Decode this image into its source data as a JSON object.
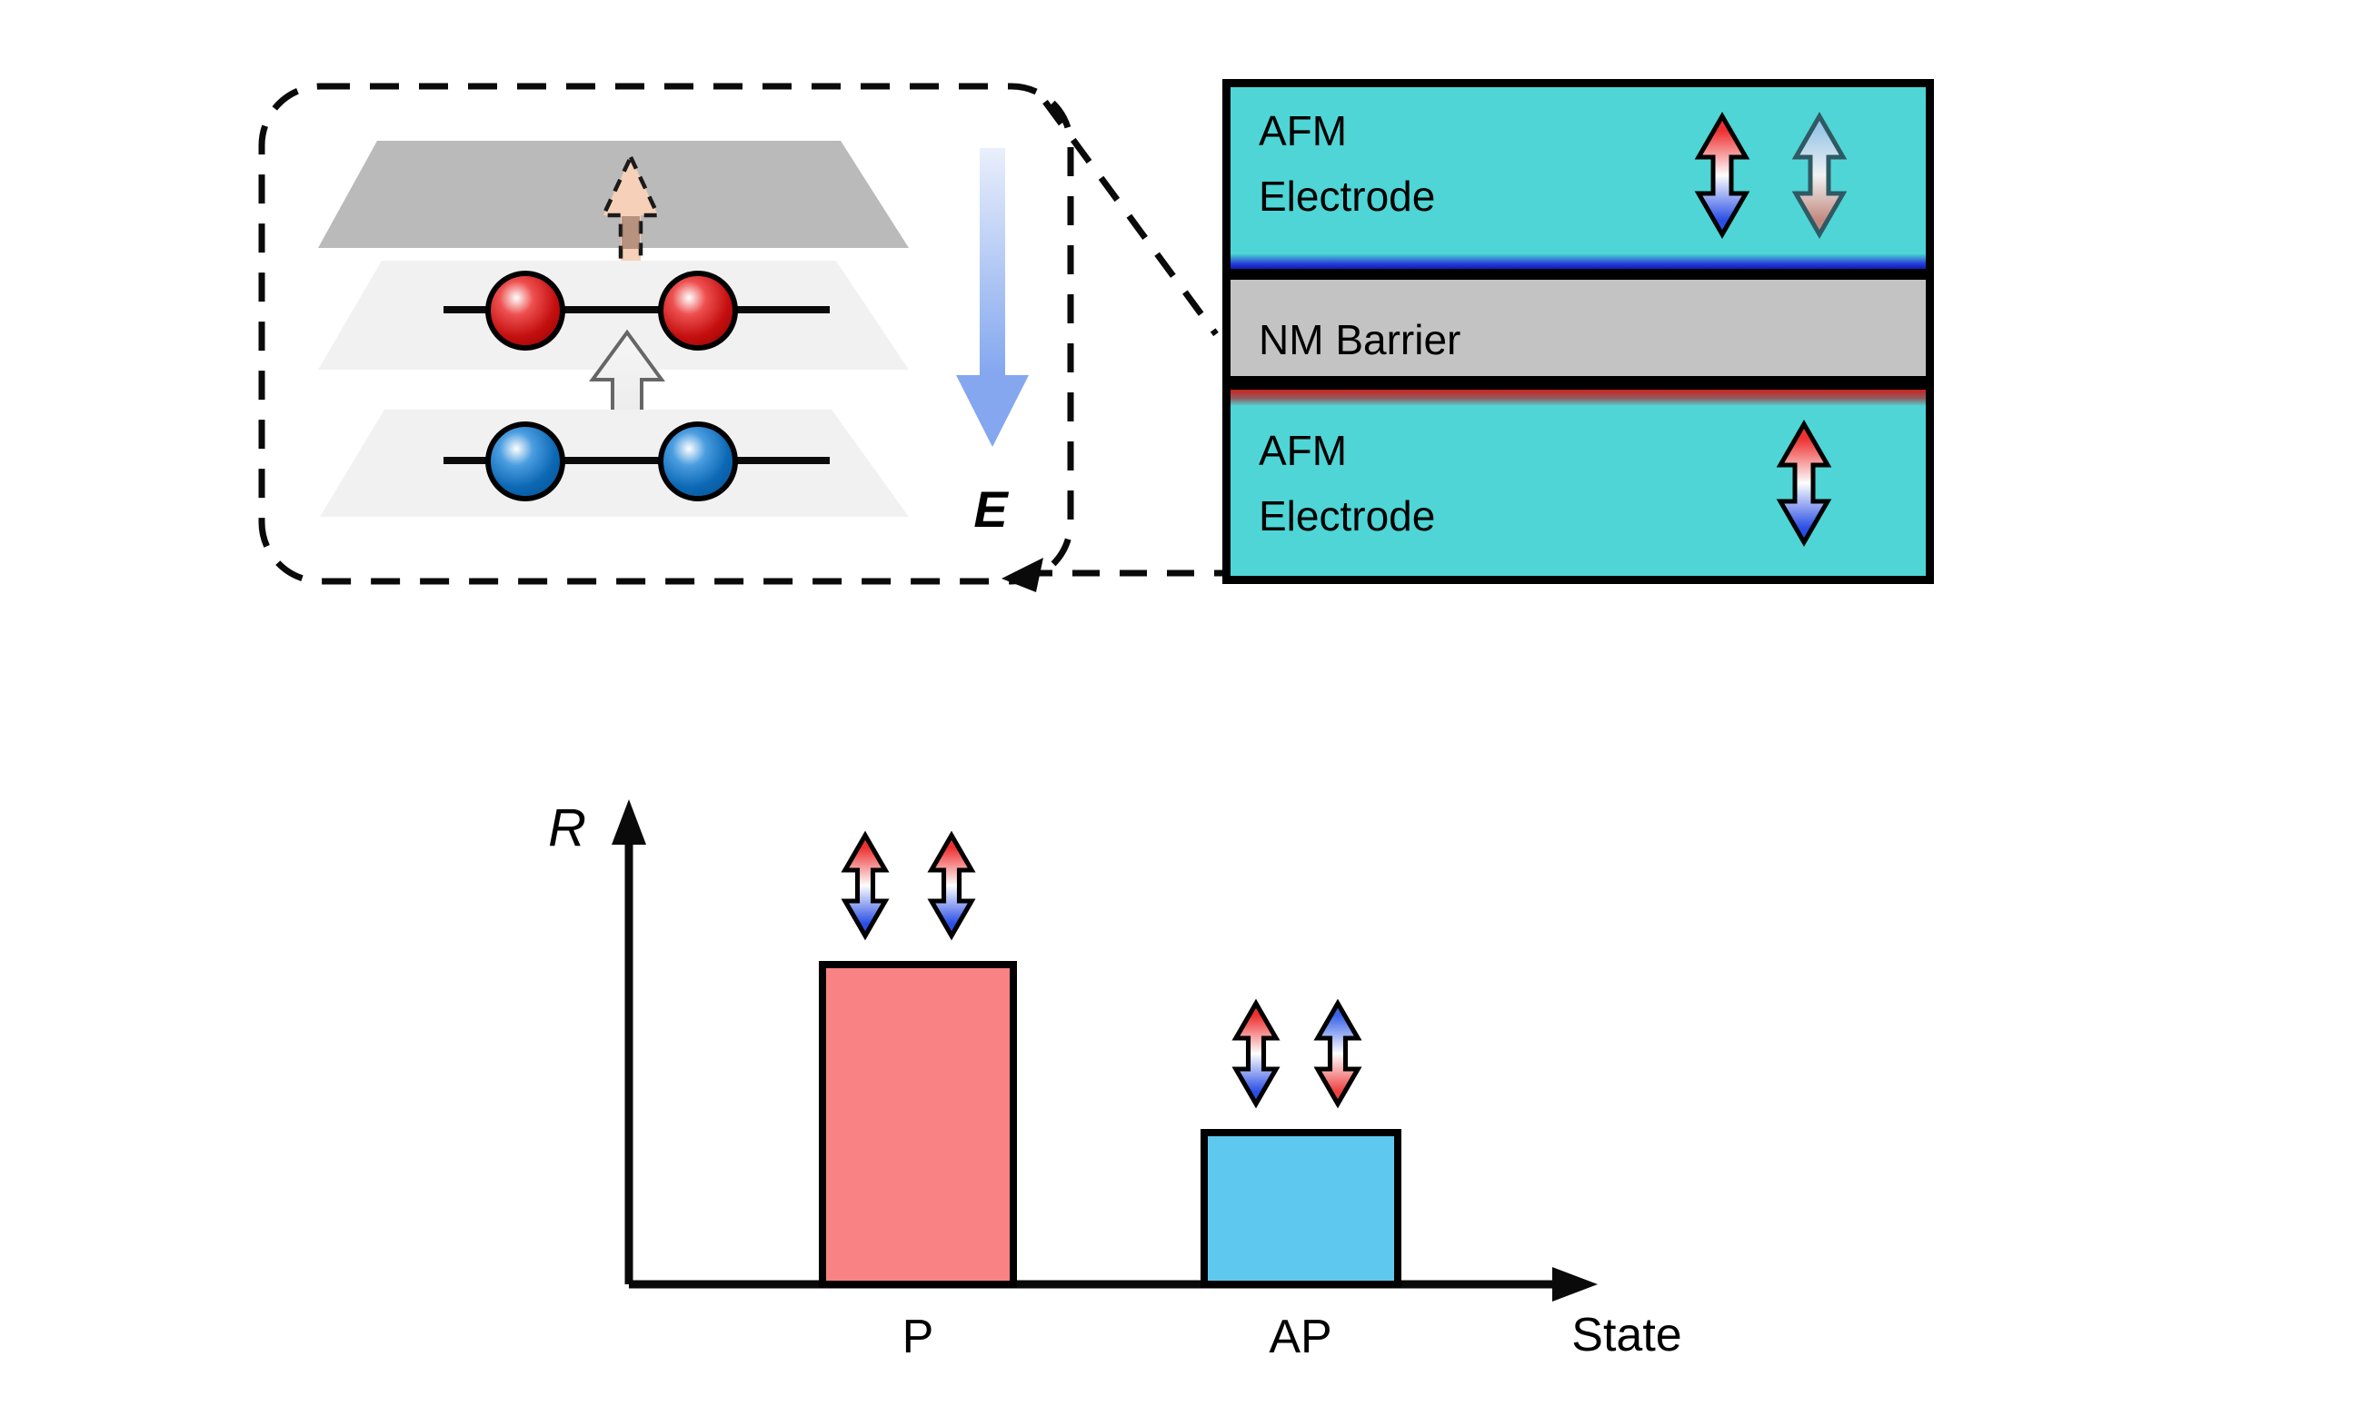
{
  "inset": {
    "e_field_label": "E",
    "icons": {
      "electric_field_arrow": "blue-gradient-down-arrow",
      "interlayer_hop_arrow": "hollow-up-arrow",
      "tunneling_arrow": "dashed-peach-up-arrow",
      "spin_up_atoms": "red-spheres",
      "spin_down_atoms": "blue-spheres"
    }
  },
  "junction": {
    "top_electrode": {
      "line1": "AFM",
      "line2": "Electrode"
    },
    "barrier_label": "NM Barrier",
    "bottom_electrode": {
      "line1": "AFM",
      "line2": "Electrode"
    },
    "icons": {
      "top_spin_pair": [
        "red-blue-double-arrow",
        "faded-blue-red-double-arrow"
      ],
      "bottom_spin": [
        "red-blue-double-arrow"
      ]
    }
  },
  "chart": {
    "y_axis_label": "R",
    "x_axis_label": "State",
    "bar1_label": "P",
    "bar2_label": "AP"
  },
  "chart_data": {
    "type": "bar",
    "title": "",
    "ylabel": "R",
    "xlabel": "State",
    "categories": [
      "P",
      "AP"
    ],
    "values": [
      0.67,
      0.32
    ],
    "ylim": [
      0,
      1
    ],
    "grid": false,
    "legend": "none",
    "note": "qualitative schematic; no numeric ticks shown, values are relative bar heights",
    "bar_colors": [
      "#F98285",
      "#5EC8EF"
    ],
    "annotations": [
      "two parallel spin double-arrows (red-up/blue-down) above P bar",
      "two antiparallel spin double-arrows (red-up/blue-down and blue-up/red-down) above AP bar"
    ]
  },
  "colors": {
    "electrode_teal": "#4FD5D5",
    "barrier_gray": "#C3C3C3",
    "top_interface_blue": "#1B2BC9",
    "bottom_interface_red": "#CB2020",
    "p_bar_pink": "#F98285",
    "ap_bar_blue": "#5EC8EF",
    "e_field_blue": "#84A7EF",
    "atom_red": "#C40F0F",
    "atom_blue": "#0C68B4",
    "plate_gray": "#BABABA",
    "plate_light": "#F1F1F1"
  }
}
